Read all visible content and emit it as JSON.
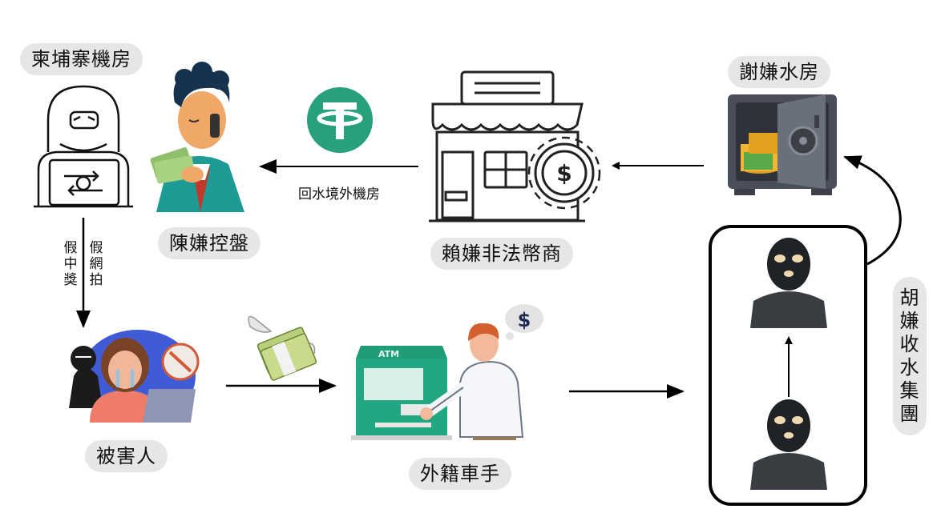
{
  "nodes": {
    "cambodia_room": "柬埔寨機房",
    "chen": "陳嫌控盤",
    "lai": "賴嫌非法幣商",
    "hsieh": "謝嫌水房",
    "hu": "胡嫌收水集團",
    "victim": "被害人",
    "foreign_mule": "外籍車手"
  },
  "edges": {
    "return_overseas": "回水境外機房",
    "fake_prize": "假中獎",
    "fake_auction": "假網拍"
  },
  "icons": {
    "atm": "ATM",
    "dollar": "$"
  }
}
